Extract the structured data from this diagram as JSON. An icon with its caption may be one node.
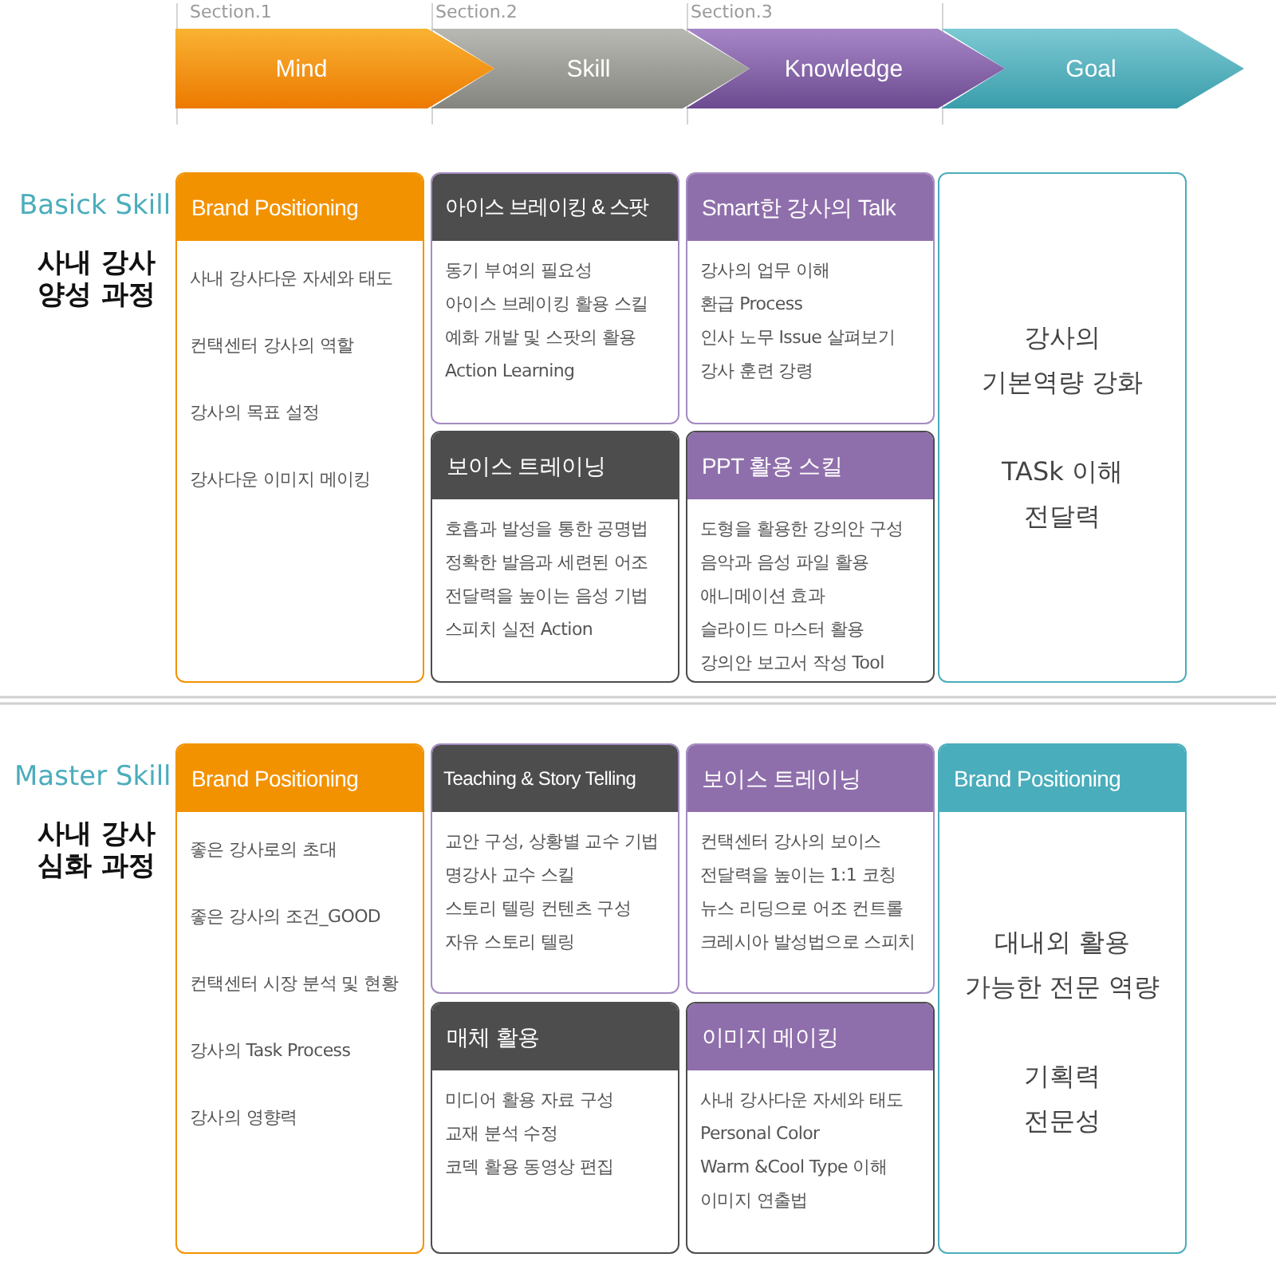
{
  "diagram": {
    "nodes": [
      {
        "text": [
          "Mind"
        ]
      },
      {
        "text": [
          "Skill"
        ]
      },
      {
        "text": [
          "Knowledge"
        ]
      },
      {
        "text": [
          "Goal"
        ]
      },
      {
        "text": [
          "Brand Positioning",
          "사내 강사다운 자세와 태도",
          "컨택센터 강사의 역할",
          "강사의 목표 설정",
          "강사다운 이미지 메이킹"
        ]
      },
      {
        "text": [
          "아이스 브레이킹 & 스팟",
          "동기 부여의 필요성",
          "아이스 브레이킹 활용 스킬",
          "예화 개발 및 스팟의 활용",
          "Action Learning"
        ]
      },
      {
        "text": [
          "Smart한 강사의 Talk",
          "강사의 업무 이해",
          "환급 Process",
          "인사 노무 Issue 살펴보기",
          "강사 훈련 강령"
        ]
      },
      {
        "text": [
          "보이스 트레이닝",
          "호흡과 발성을 통한 공명법",
          "정확한 발음과 세련된 어조",
          "전달력을 높이는 음성 기법",
          "스피치 실전 Action"
        ]
      },
      {
        "text": [
          "PPT 활용 스킬",
          "도형을 활용한 강의안 구성",
          "음악과 음성 파일 활용",
          "애니메이션 효과",
          "슬라이드 마스터 활용",
          "강의안 보고서 작성 Tool"
        ]
      },
      {
        "text": [
          "강사의 기본역량 강화",
          "TASk 이해 전달력"
        ]
      },
      {
        "text": [
          "Brand Positioning",
          "좋은 강사로의 초대",
          "좋은 강사의 조건_GOOD",
          "컨택센터 시장 분석 및 현황",
          "강사의 Task Process",
          "강사의 영향력"
        ]
      },
      {
        "text": [
          "Teaching & Story Telling",
          "교안 구성, 상황별 교수 기법",
          "명강사 교수 스킬",
          "스토리 텔링 컨텐츠 구성",
          "자유 스토리 텔링"
        ]
      },
      {
        "text": [
          "보이스 트레이닝",
          "컨택센터 강사의 보이스",
          "전달력을 높이는 1:1 코칭",
          "뉴스 리딩으로 어조 컨트롤",
          "크레시아 발성법으로 스피치"
        ]
      },
      {
        "text": [
          "매체 활용",
          "미디어 활용 자료 구성",
          "교재 분석 수정",
          "코덱 활용 동영상 편집"
        ]
      },
      {
        "text": [
          "이미지 메이킹",
          "사내 강사다운 자세와 태도",
          "Personal Color",
          "Warm &Cool Type 이해",
          "이미지 연출법"
        ]
      },
      {
        "text": [
          "Brand Positioning",
          "대내외 활용 가능한 전문 역량",
          "기획력 전문성"
        ]
      }
    ],
    "labels": [
      "Section.1",
      "Section.2",
      "Section.3",
      "Basick Skill",
      "사내 강사 양성 과정",
      "Master Skill",
      "사내 강사 심화 과정"
    ]
  }
}
